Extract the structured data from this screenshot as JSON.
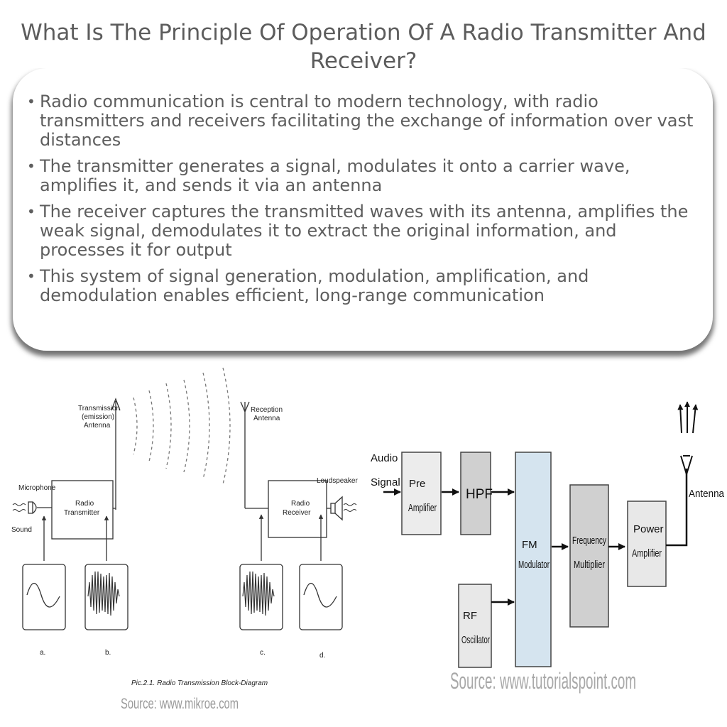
{
  "title": "What Is The Principle Of Operation Of A Radio Transmitter And Receiver?",
  "bullets": [
    "Radio communication is central to modern technology, with radio transmitters and receivers facilitating the exchange of information over vast distances",
    "The transmitter generates a signal, modulates it onto a carrier wave, amplifies it, and sends it via an antenna",
    "The receiver captures the transmitted waves with its antenna, amplifies the weak signal, demodulates it to extract the original information, and processes it for output",
    "This system of signal generation, modulation, amplification, and demodulation enables efficient, long-range communication"
  ],
  "left_diagram": {
    "tx_antenna_label": [
      "Transmission",
      "(emission)",
      "Antenna"
    ],
    "rx_antenna_label": [
      "Reception",
      "Antenna"
    ],
    "microphone": "Microphone",
    "sound": "Sound",
    "radio_transmitter": [
      "Radio",
      "Transmitter"
    ],
    "radio_receiver": [
      "Radio",
      "Receiver"
    ],
    "loudspeaker": "Loudspeaker",
    "panel_labels": [
      "a.",
      "b.",
      "c.",
      "d."
    ],
    "caption": "Pic.2.1. Radio Transmission Block-Diagram",
    "source": "Source: www.mikroe.com"
  },
  "right_diagram": {
    "audio_signal": [
      "Audio",
      "Signal"
    ],
    "pre_amplifier": [
      "Pre",
      "Amplifier"
    ],
    "hpf": "HPF",
    "fm_modulator": [
      "FM",
      "Modulator"
    ],
    "frequency_multiplier": [
      "Frequency",
      "Multiplier"
    ],
    "power_amplifier": [
      "Power",
      "Amplifier"
    ],
    "rf_oscillator": [
      "RF",
      "Oscillator"
    ],
    "antenna": "Antenna",
    "source": "Source: www.tutorialspoint.com"
  }
}
